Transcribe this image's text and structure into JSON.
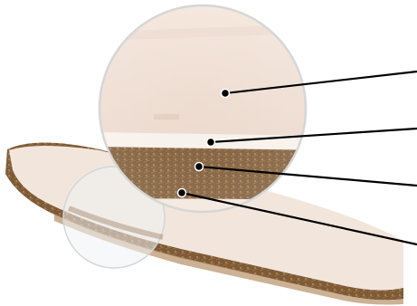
{
  "image": {
    "subject": "cross-section-of-layered-mattress",
    "layers": [
      {
        "id": "top-cover-layer",
        "color": "#ecd8cc"
      },
      {
        "id": "thin-white-layer",
        "color": "#f6efe9"
      },
      {
        "id": "coir-fiber-layer",
        "color": "#8a6542"
      },
      {
        "id": "bottom-layer",
        "color": "#f2e7dd"
      }
    ],
    "callout_line_color": "#000000",
    "background": "#ffffff"
  }
}
